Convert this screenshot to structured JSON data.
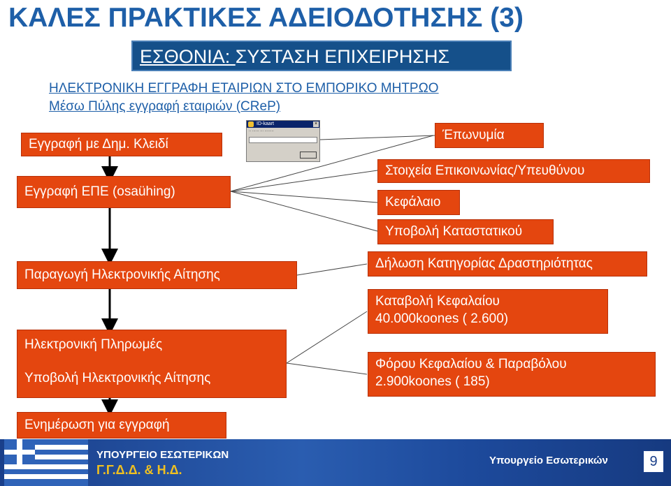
{
  "title": "ΚΑΛΕΣ ΠΡΑΚΤΙΚΕΣ ΑΔΕΙΟΔΟΤΗΣΗΣ (3)",
  "subtitle": {
    "country": "ΕΣΘΟΝΙΑ: ",
    "rest": "ΣΥΣΤΑΣΗ ΕΠΙΧΕΙΡΗΣΗΣ"
  },
  "heading1": "ΗΛΕΚΤΡΟΝΙΚΗ ΕΓΓΡΑΦΗ ΕΤΑΙΡΙΩΝ ΣΤΟ ΕΜΠΟΡΙΚΟ ΜΗΤΡΩΟ",
  "heading2": "Μέσω Πύλης εγγραφή εταιριών (CReP)",
  "left_steps": {
    "step1": "Εγγραφή με Δημ. Κλειδί",
    "step2": "Εγγραφή ΕΠΕ (osaühing)",
    "step3": "Παραγωγή Ηλεκτρονικής Αίτησης",
    "step4a": "Ηλεκτρονική Πληρωμές",
    "step4b": "Υποβολή Ηλεκτρονικής Αίτησης",
    "step5": "Ενημέρωση για εγγραφή"
  },
  "right_items": {
    "name": "Έπωνυμία",
    "contact": "Στοιχεία Επικοινωνίας/Υπευθύνου",
    "capital": "Κεφάλαιο",
    "statute": "Υποβολή Καταστατικού",
    "activity": "Δήλωση Κατηγορίας Δραστηριότητας",
    "capital_payment_line1": "Καταβολή Κεφαλαίου",
    "capital_payment_line2": "40.000koones ( 2.600)",
    "tax_line1": "Φόρου Κεφαλαίου & Παραβόλου",
    "tax_line2": "2.900koones ( 185)"
  },
  "id_dialog": {
    "title": "ID-kaart"
  },
  "footer": {
    "ministry_gr": "ΥΠΟΥΡΓΕΙΟ ΕΣΩΤΕΡΙΚΩΝ",
    "department": "Γ.Γ.Δ.Δ. & Η.Δ.",
    "ministry_right": "Υπουργείο Εσωτερικών",
    "page_number": "9"
  },
  "colors": {
    "accent_orange": "#e4460f",
    "title_blue": "#1e5fa8",
    "subtitle_bg": "#15508a"
  }
}
